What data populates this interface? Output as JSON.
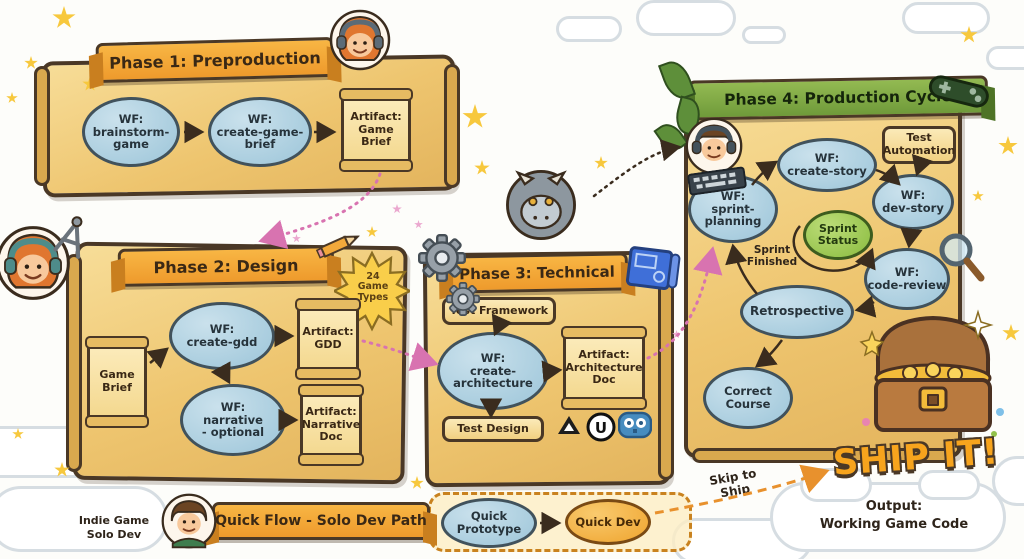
{
  "colors": {
    "parchment": "#f2d187",
    "ribbon_orange": "#f3a43a",
    "ribbon_green": "#7ba344",
    "node_blue": "#a9cede",
    "node_green": "#93c24b",
    "node_orange": "#f2ad3e",
    "outline": "#4a3826",
    "arrow_dark": "#3a2c1e",
    "arrow_pink": "#d873b0",
    "arrow_orange": "#e8912d",
    "ship_it_fill": "#f7a41d"
  },
  "phase1": {
    "title": "Phase 1: Preproduction",
    "wf_brainstorm": "WF:\nbrainstorm-\ngame",
    "wf_create_game_brief": "WF:\ncreate-game-\nbrief",
    "artifact_game_brief": "Artifact:\nGame\nBrief"
  },
  "phase2": {
    "title": "Phase 2: Design",
    "badge": "24\nGame\nTypes",
    "game_brief": "Game\nBrief",
    "wf_create_gdd": "WF:\ncreate-gdd",
    "artifact_gdd": "Artifact:\nGDD",
    "wf_narrative": "WF:\nnarrative\n- optional",
    "artifact_narrative_doc": "Artifact:\nNarrative\nDoc"
  },
  "phase3": {
    "title": "Phase 3: Technical",
    "test_framework": "Test Framework",
    "wf_create_architecture": "WF:\ncreate-\narchitecture",
    "artifact_architecture_doc": "Artifact:\nArchitecture\nDoc",
    "test_design": "Test Design",
    "unreal_letter": "U"
  },
  "phase4": {
    "title": "Phase 4: Production Cycle",
    "wf_create_story": "WF:\ncreate-story",
    "test_automation": "Test\nAutomation",
    "wf_sprint_planning": "WF:\nsprint-\nplanning",
    "wf_dev_story": "WF:\ndev-story",
    "sprint_status": "Sprint\nStatus",
    "wf_code_review": "WF:\ncode-review",
    "sprint_finished": "Sprint\nFinished",
    "retrospective": "Retrospective",
    "correct_course": "Correct\nCourse",
    "ship_it": "SHIP IT!",
    "output": "Output:\nWorking Game Code"
  },
  "quick_flow": {
    "solo_dev_label": "Indie Game\nSolo Dev",
    "title": "Quick Flow - Solo Dev Path",
    "quick_prototype": "Quick\nPrototype",
    "quick_dev": "Quick Dev",
    "skip_to_ship": "Skip to Ship"
  }
}
